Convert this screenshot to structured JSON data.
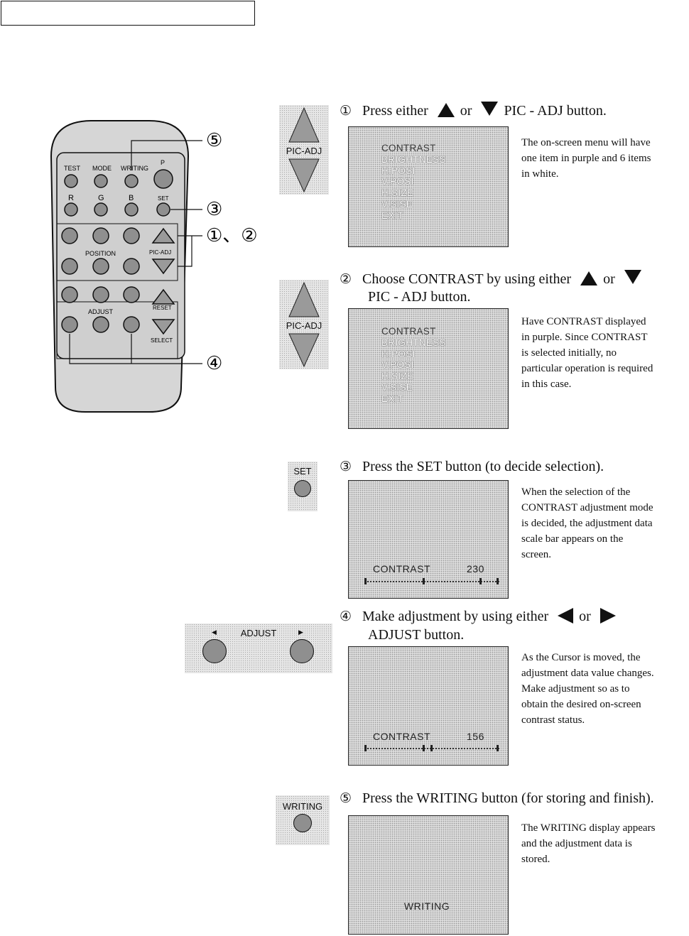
{
  "steps": [
    {
      "num": "①",
      "title": "Press either",
      "mid": "or",
      "tail": "PIC - ADJ button.",
      "desc": [
        "The on-screen menu will have",
        "one item in purple and 6 items",
        "in white."
      ],
      "menu": [
        "CONTRAST",
        "BRIGHTNESS",
        "H.POSI",
        "V.POSI",
        "H.SIZE",
        "V.SISE",
        "EXIT"
      ]
    },
    {
      "num": "②",
      "title": "Choose CONTRAST by using either",
      "mid": "or",
      "line2": "PIC - ADJ button.",
      "desc": [
        "Have CONTRAST displayed",
        "in purple.  Since CONTRAST",
        "is selected initially, no",
        "particular operation is required",
        "in this case."
      ],
      "menu": [
        "CONTRAST",
        "BRIGHTNESS",
        "H.POSI",
        "V.POSI",
        "H.SIZE",
        "V.SISE",
        "EXIT"
      ]
    },
    {
      "num": "③",
      "title": "Press the SET button (to decide selection).",
      "desc": [
        "When the selection of the",
        "CONTRAST adjustment mode",
        "is decided, the adjustment data",
        "scale bar appears on the",
        "screen."
      ],
      "scale_label": "CONTRAST",
      "scale_value": "230",
      "scale_fraction": 0.87
    },
    {
      "num": "④",
      "title": "Make adjustment by using either",
      "mid": "or",
      "line2": "ADJUST button.",
      "desc": [
        "As the Cursor is moved, the",
        "adjustment data value changes.",
        "Make adjustment so as to",
        "obtain the desired on-screen",
        "contrast status."
      ],
      "scale_label": "CONTRAST",
      "scale_value": "156",
      "scale_fraction": 0.5
    },
    {
      "num": "⑤",
      "title": "Press the WRITING button (for storing and finish).",
      "desc": [
        "The WRITING display appears",
        "and the adjustment data is",
        "stored."
      ],
      "screen_text": "WRITING"
    }
  ],
  "side_panels": {
    "pic_adj": "PIC-ADJ",
    "set": "SET",
    "adjust": "ADJUST",
    "writing": "WRITING"
  },
  "remote": {
    "row1": [
      "TEST",
      "MODE",
      "WRITING",
      "P"
    ],
    "row2": [
      "R",
      "G",
      "B",
      "SET"
    ],
    "position": "POSITION",
    "pic_adj": "PIC-ADJ",
    "adjust": "ADJUST",
    "reset": "RESET",
    "select": "SELECT",
    "callouts": [
      "⑤",
      "③",
      "①、②",
      "④"
    ]
  }
}
